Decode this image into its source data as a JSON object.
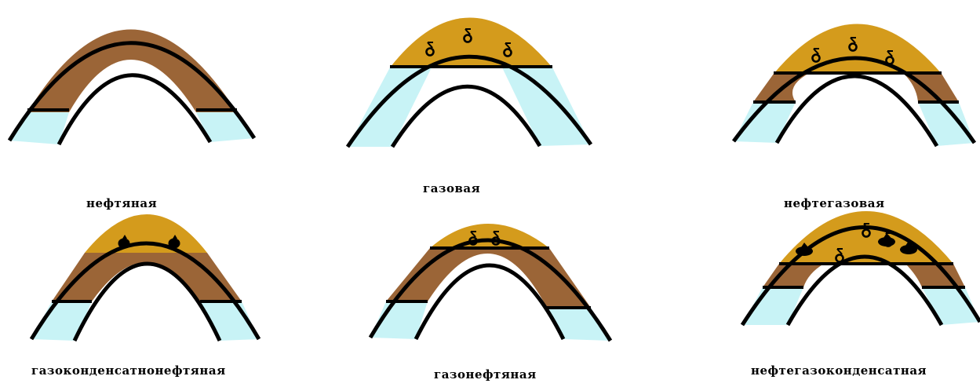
{
  "colors": {
    "background": "#ffffff",
    "oil": "#9b6537",
    "gas": "#d49b1c",
    "water": "#c8f3f6",
    "outline": "#000000"
  },
  "traps": [
    {
      "caption": "нефтяная",
      "layers": [
        "water",
        "oil"
      ]
    },
    {
      "caption": "газовая",
      "layers": [
        "water",
        "gas"
      ]
    },
    {
      "caption": "нефтегазовая",
      "layers": [
        "water",
        "oil",
        "gas"
      ]
    },
    {
      "caption": "газоконденсатнонефтяная",
      "layers": [
        "water",
        "oil",
        "gas"
      ]
    },
    {
      "caption": "газонефтяная",
      "layers": [
        "water",
        "oil",
        "gas"
      ]
    },
    {
      "caption": "нефтегазоконденсатная",
      "layers": [
        "water",
        "oil",
        "gas"
      ]
    }
  ]
}
